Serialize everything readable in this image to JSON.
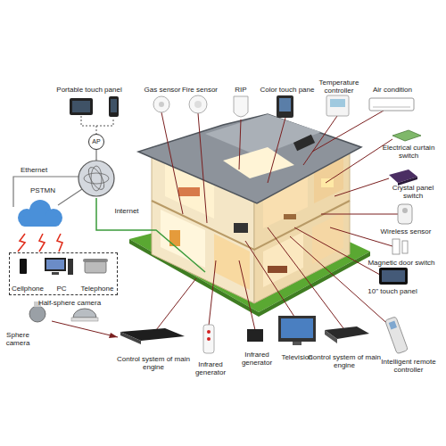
{
  "diagram": {
    "nodes": [
      {
        "text": [
          "AP"
        ]
      },
      {
        "text": [
          "Cellphone",
          "PC",
          "Telephone"
        ]
      }
    ],
    "labels": [
      "Gas sensor",
      "Fire sensor",
      "RIP",
      "Color touch pane",
      "Temperature controller",
      "Air condition",
      "Portable touch panel",
      "Ethernet",
      "PSTMN",
      "Internet",
      "Electrical curtain switch",
      "Crystal panel switch",
      "Wireless sensor",
      "Magnetic door switch",
      "10\" touch panel",
      "Half-sphere camera",
      "Sphere camera",
      "Control system of main engine",
      "Infrared generator",
      "Infrared generator",
      "Television",
      "Control system of main engine",
      "Intelligent remote controller"
    ]
  }
}
